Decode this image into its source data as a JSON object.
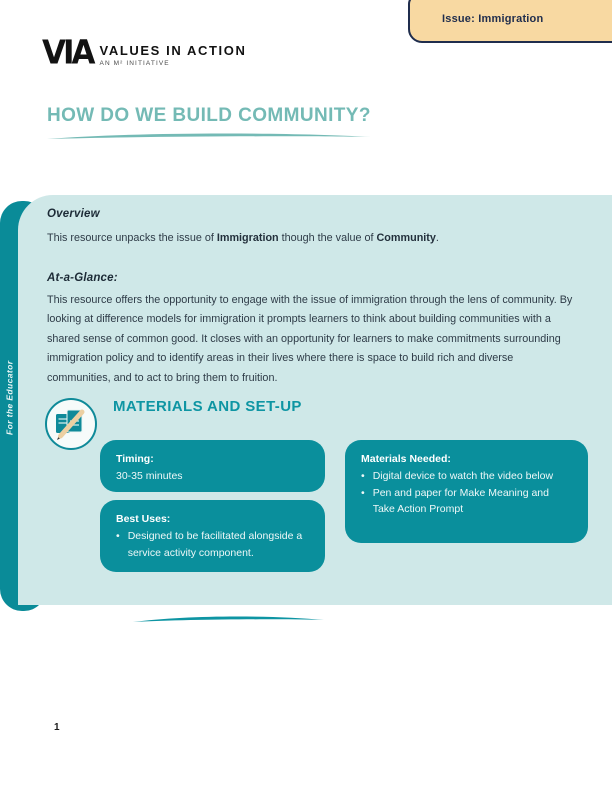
{
  "tab": {
    "label": "Issue: Immigration"
  },
  "logo": {
    "mark": "VIA",
    "name": "VALUES IN ACTION",
    "tagline": "AN M² INITIATIVE"
  },
  "page_title": "HOW DO WE BUILD COMMUNITY?",
  "sidebar_label": "For the Educator",
  "overview": {
    "heading": "Overview",
    "text_prefix": "This resource unpacks the issue of ",
    "issue": "Immigration",
    "text_middle": " though the value of ",
    "value": "Community",
    "text_suffix": "."
  },
  "at_a_glance": {
    "heading": "At-a-Glance:",
    "text": "This resource offers the opportunity to engage with the issue of immigration through the lens of community. By looking at difference models for immigration it prompts learners to think about building communities with a shared sense of common good. It closes with an opportunity for learners to make commitments surrounding immigration policy and to identify areas in their lives where there is space to build rich and diverse communities, and to act to bring them to fruition."
  },
  "materials_section": {
    "heading": "MATERIALS AND SET-UP",
    "icon": "documents-and-pencil-icon",
    "timing": {
      "heading": "Timing:",
      "text": "30-35 minutes"
    },
    "best_uses": {
      "heading": "Best Uses:",
      "bullets": [
        "Designed to be facilitated alongside a service activity component."
      ]
    },
    "materials_needed": {
      "heading": "Materials Needed:",
      "bullets": [
        "Digital device to watch the video below",
        "Pen and paper for Make Meaning and Take Action Prompt"
      ]
    }
  },
  "page_number": "1",
  "colors": {
    "teal_dark": "#0a8f9c",
    "teal_heading": "#0e95a3",
    "panel_light": "#cfe8e8",
    "title_teal": "#74bab5",
    "tab_fill": "#f8d9a2",
    "navy": "#1f2d4d"
  }
}
